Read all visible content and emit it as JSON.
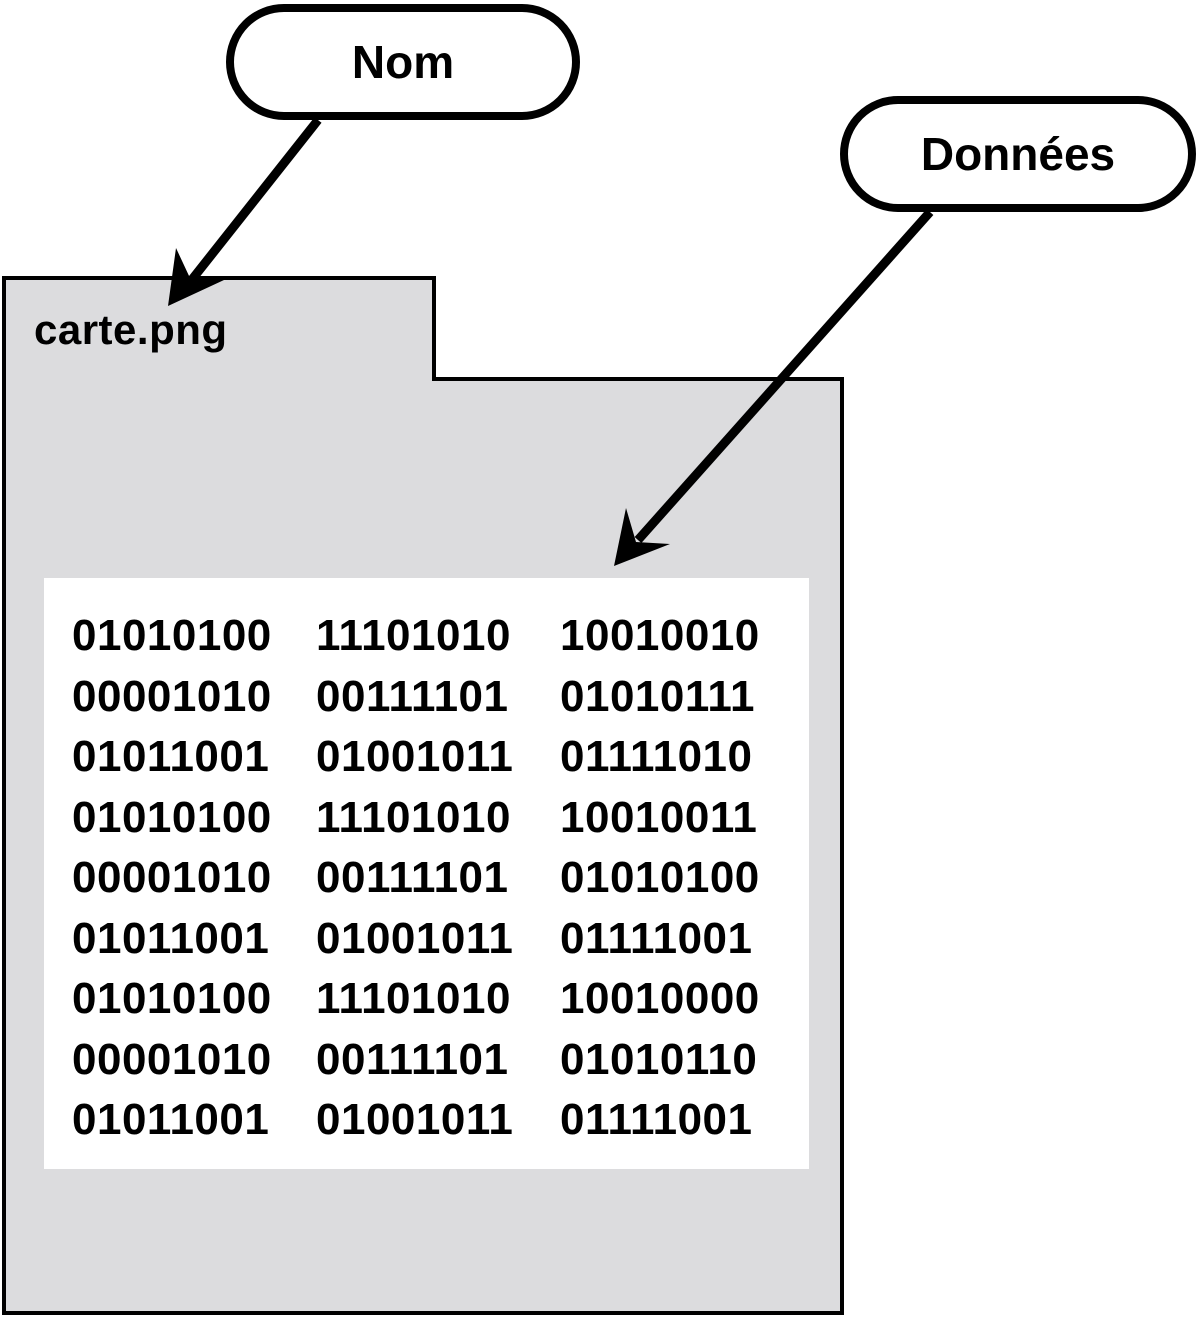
{
  "colors": {
    "folder_fill": "#dcdcde",
    "stroke": "#000000",
    "panel_fill": "#ffffff"
  },
  "callouts": {
    "name_label": "Nom",
    "data_label": "Données"
  },
  "file": {
    "name": "carte.png"
  },
  "data_rows": [
    [
      "01010100",
      "11101010",
      "10010010"
    ],
    [
      "00001010",
      "00111101",
      "01010111"
    ],
    [
      "01011001",
      "01001011",
      "01111010"
    ],
    [
      "01010100",
      "11101010",
      "10010011"
    ],
    [
      "00001010",
      "00111101",
      "01010100"
    ],
    [
      "01011001",
      "01001011",
      "01111001"
    ],
    [
      "01010100",
      "11101010",
      "10010000"
    ],
    [
      "00001010",
      "00111101",
      "01010110"
    ],
    [
      "01011001",
      "01001011",
      "01111001"
    ]
  ]
}
